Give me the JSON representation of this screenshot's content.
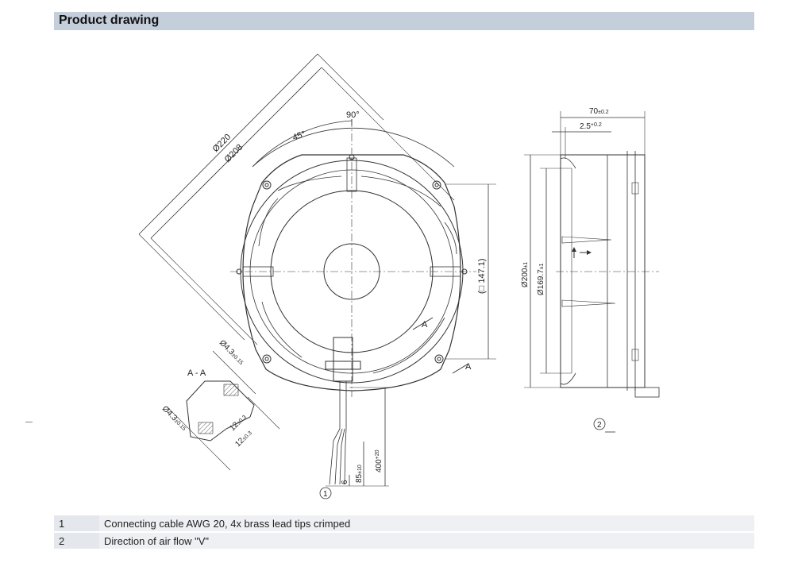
{
  "header": {
    "title": "Product drawing"
  },
  "front_view": {
    "dim_outer_diameter": "Ø220",
    "dim_inner_diameter": "Ø208",
    "angle_90": "90°",
    "angle_45": "45°",
    "square_dim": "(□ 147.1)",
    "section_marker_upper": "A",
    "section_marker_lower": "A",
    "cable_length_main": "400",
    "cable_length_main_tol": "+20",
    "cable_strip_length": "85",
    "cable_strip_tol": "±10",
    "cable_tip_length": "6",
    "callout_cable": "1"
  },
  "section_view": {
    "title": "A - A",
    "hole_dia_upper": "Ø4.3",
    "hole_dia_upper_tol": "±0.15",
    "hole_dia_lower": "Ø4.3",
    "hole_dia_lower_tol": "±0.15",
    "depth_inner": "12",
    "depth_inner_tol": "±0.3",
    "depth_outer": "12",
    "depth_outer_tol": "±0.3"
  },
  "side_view": {
    "width_total": "70",
    "width_total_tol": "±0.2",
    "flange_offset": "2.5",
    "flange_offset_tol": "+0.2",
    "outer_height": "Ø200",
    "outer_height_tol": "±1",
    "inner_height": "Ø169.7",
    "inner_height_tol": "±1",
    "callout_airflow": "2"
  },
  "legend": [
    {
      "num": "1",
      "text": "Connecting cable AWG 20, 4x brass lead tips crimped"
    },
    {
      "num": "2",
      "text": "Direction of air flow \"V\""
    }
  ]
}
